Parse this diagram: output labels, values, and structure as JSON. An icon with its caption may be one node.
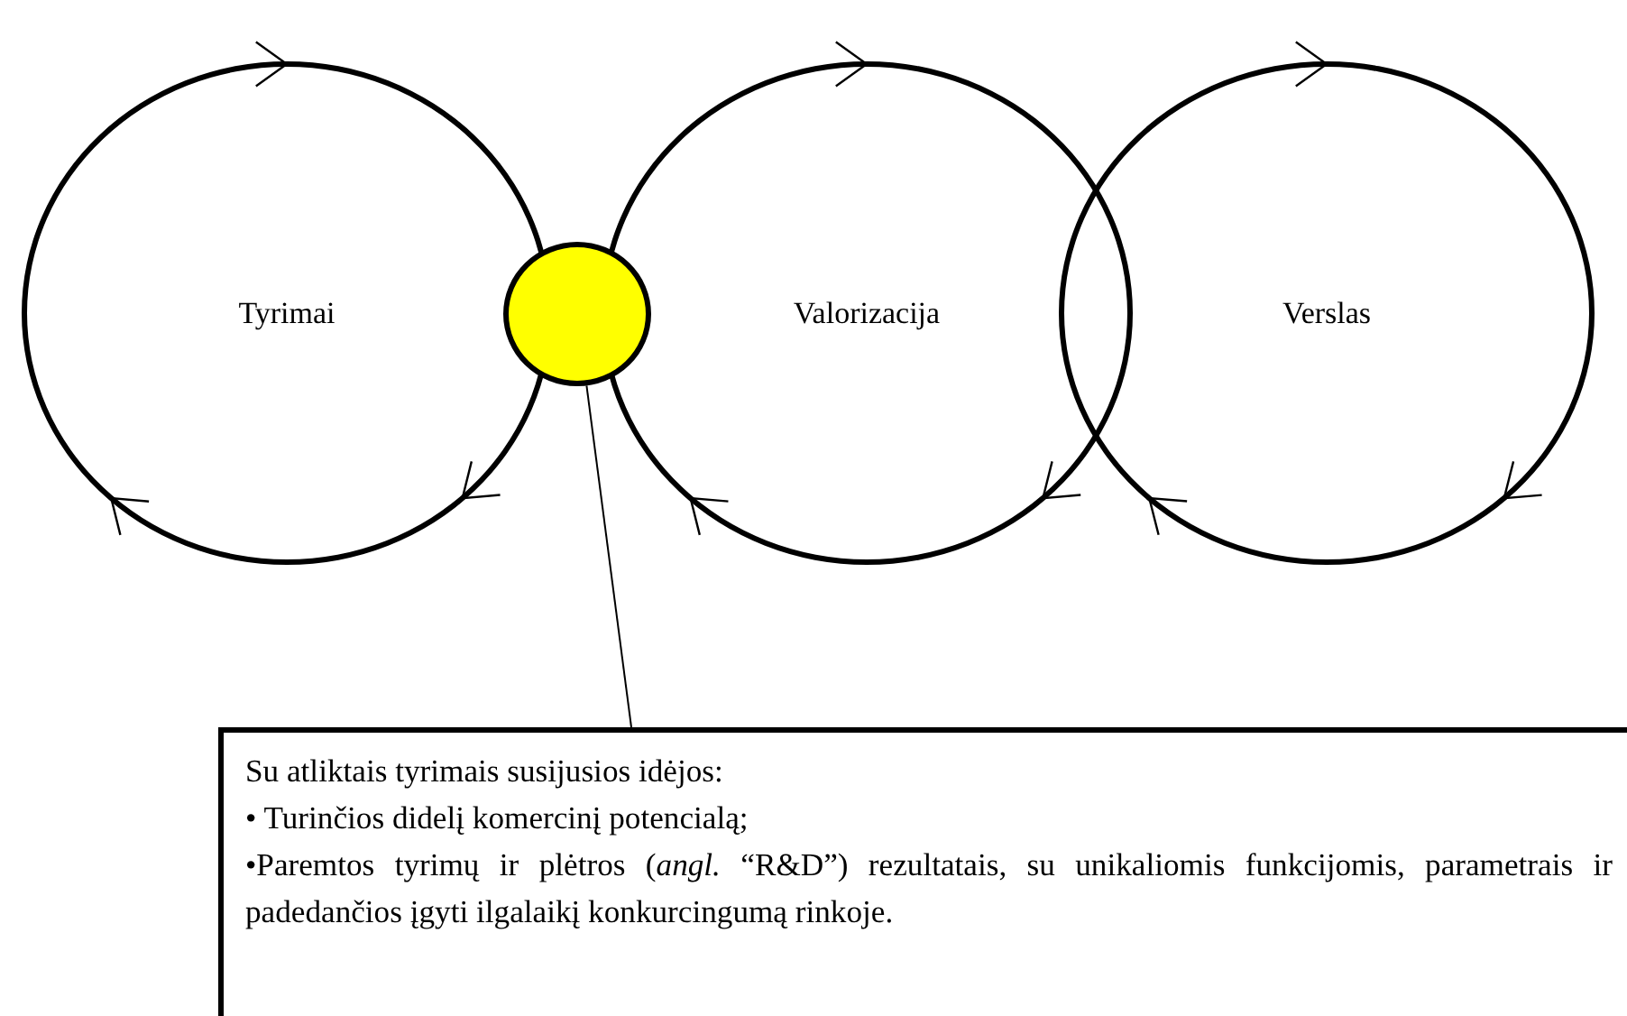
{
  "diagram": {
    "nodes": [
      {
        "text": [
          "Tyrimai"
        ]
      },
      {
        "text": [],
        "shape": "circle"
      },
      {
        "text": [
          "Valorizacija"
        ]
      },
      {
        "text": [
          "Verslas"
        ]
      },
      {
        "text": [
          "Su atliktais tyrimais susijusios idėjos:",
          "• Turinčios didelį komercinį potencialą;",
          "•Paremtos tyrimų ir plėtros (*angl.* “R&D”) rezultatais, su unikaliomis funkcijomis, parametrais ir padedančios įgyti ilgalaikį konkurcingumą rinkoje."
        ]
      }
    ],
    "edges": [
      {
        "from": 4,
        "to": 1,
        "arrow": "none"
      }
    ]
  }
}
